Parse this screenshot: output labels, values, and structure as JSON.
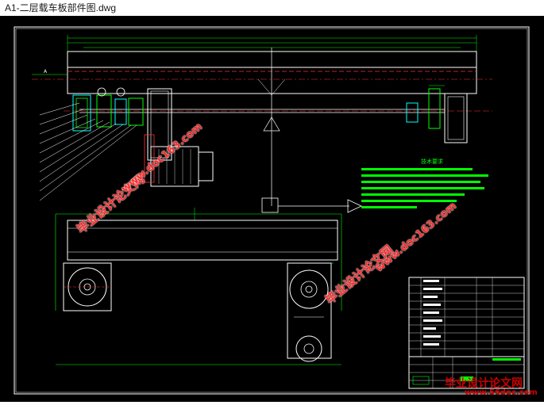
{
  "window": {
    "title": "A1-二层载车板部件图.dwg"
  },
  "drawing": {
    "tech_requirements_title": "技术要求",
    "scale_marker": "A"
  },
  "watermarks": {
    "brand_cn": "毕业设计论文网",
    "brand_url": "www.doc163.com",
    "footer_brand_cn": "毕业设计论文网",
    "footer_url": "www.56doc.com"
  },
  "colors": {
    "background": "#000000",
    "lines": "#ffffff",
    "green": "#00ff00",
    "red": "#ff3030",
    "cyan": "#00ffff",
    "watermark": "#ff2a2a"
  }
}
